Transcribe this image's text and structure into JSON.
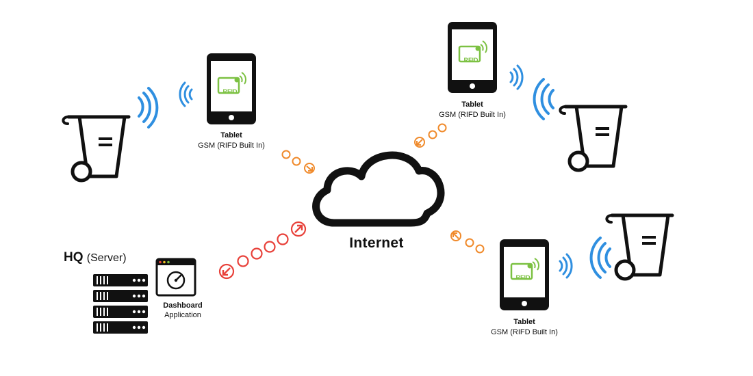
{
  "internet": {
    "label": "Internet"
  },
  "hq": {
    "title": "HQ",
    "subtitle": "(Server)"
  },
  "dashboard": {
    "title": "Dashboard",
    "subtitle": "Application"
  },
  "tablets": [
    {
      "title": "Tablet",
      "subtitle": "GSM (RIFD Built In)",
      "badge": "RFID"
    },
    {
      "title": "Tablet",
      "subtitle": "GSM (RIFD Built In)",
      "badge": "RFID"
    },
    {
      "title": "Tablet",
      "subtitle": "GSM (RIFD Built In)",
      "badge": "RFID"
    }
  ],
  "colors": {
    "outline": "#111111",
    "wave": "#2f8fe0",
    "rfid": "#7cc142",
    "tablet_link": "#f08a2b",
    "server_link": "#e8413a"
  }
}
